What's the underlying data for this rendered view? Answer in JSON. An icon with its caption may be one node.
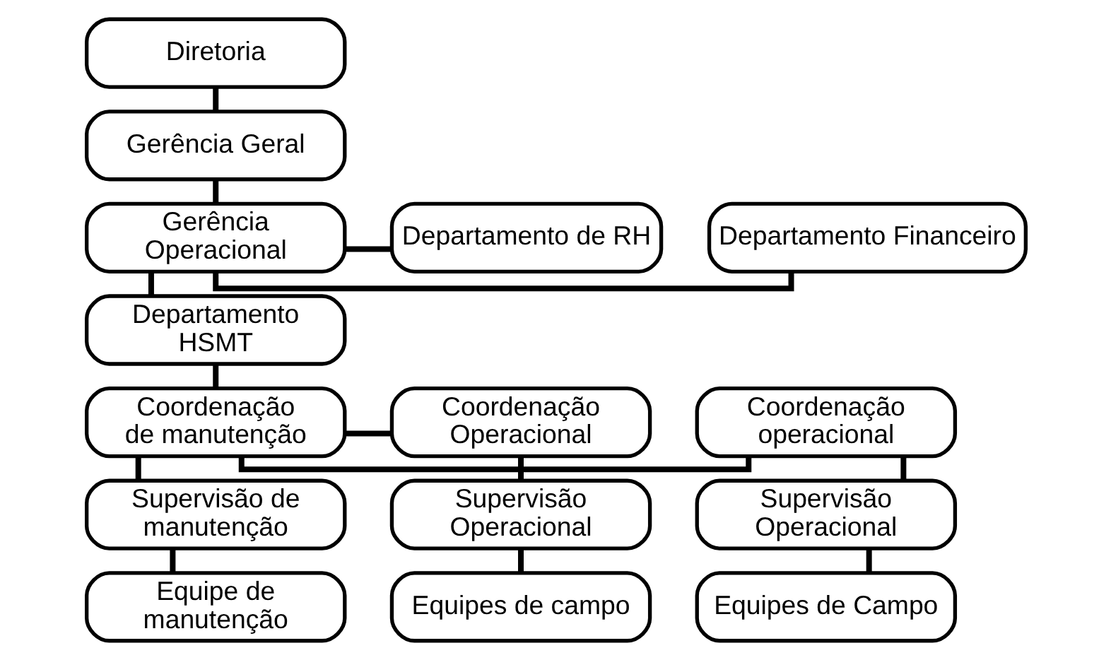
{
  "diagram": {
    "nodes": [
      {
        "text": [
          "Diretoria"
        ]
      },
      {
        "text": [
          "Gerência Geral"
        ]
      },
      {
        "text": [
          "Departamento Financeiro"
        ]
      },
      {
        "text": [
          "Gerência Operacional"
        ]
      },
      {
        "text": [
          "Departamento de RH"
        ]
      },
      {
        "text": [
          "Departamento HSMT"
        ]
      },
      {
        "text": [
          "Coordenação operacional"
        ]
      },
      {
        "text": [
          "Coordenação de manutenção"
        ]
      },
      {
        "text": [
          "Coordenação Operacional"
        ]
      },
      {
        "text": [
          "Supervisão Operacional"
        ]
      },
      {
        "text": [
          "Supervisão de manutenção"
        ]
      },
      {
        "text": [
          "Supervisão Operacional"
        ]
      },
      {
        "text": [
          "Equipes de Campo"
        ]
      },
      {
        "text": [
          "Equipe de manutenção"
        ]
      },
      {
        "text": [
          "Equipes de campo"
        ]
      }
    ],
    "edges": [
      {
        "from": 0,
        "to": 1,
        "arrow": "none"
      },
      {
        "from": 1,
        "to": 3,
        "arrow": "none"
      },
      {
        "from": 3,
        "to": 2,
        "arrow": "none"
      },
      {
        "from": 3,
        "to": 4,
        "arrow": "none"
      },
      {
        "from": 3,
        "to": 5,
        "arrow": "none"
      },
      {
        "from": 5,
        "to": 7,
        "arrow": "none"
      },
      {
        "from": 7,
        "to": 6,
        "arrow": "none"
      },
      {
        "from": 7,
        "to": 8,
        "arrow": "none"
      },
      {
        "from": 6,
        "to": 9,
        "arrow": "none"
      },
      {
        "from": 7,
        "to": 10,
        "arrow": "none"
      },
      {
        "from": 8,
        "to": 11,
        "arrow": "none"
      },
      {
        "from": 9,
        "to": 12,
        "arrow": "none"
      },
      {
        "from": 10,
        "to": 13,
        "arrow": "none"
      },
      {
        "from": 11,
        "to": 14,
        "arrow": "none"
      }
    ]
  }
}
